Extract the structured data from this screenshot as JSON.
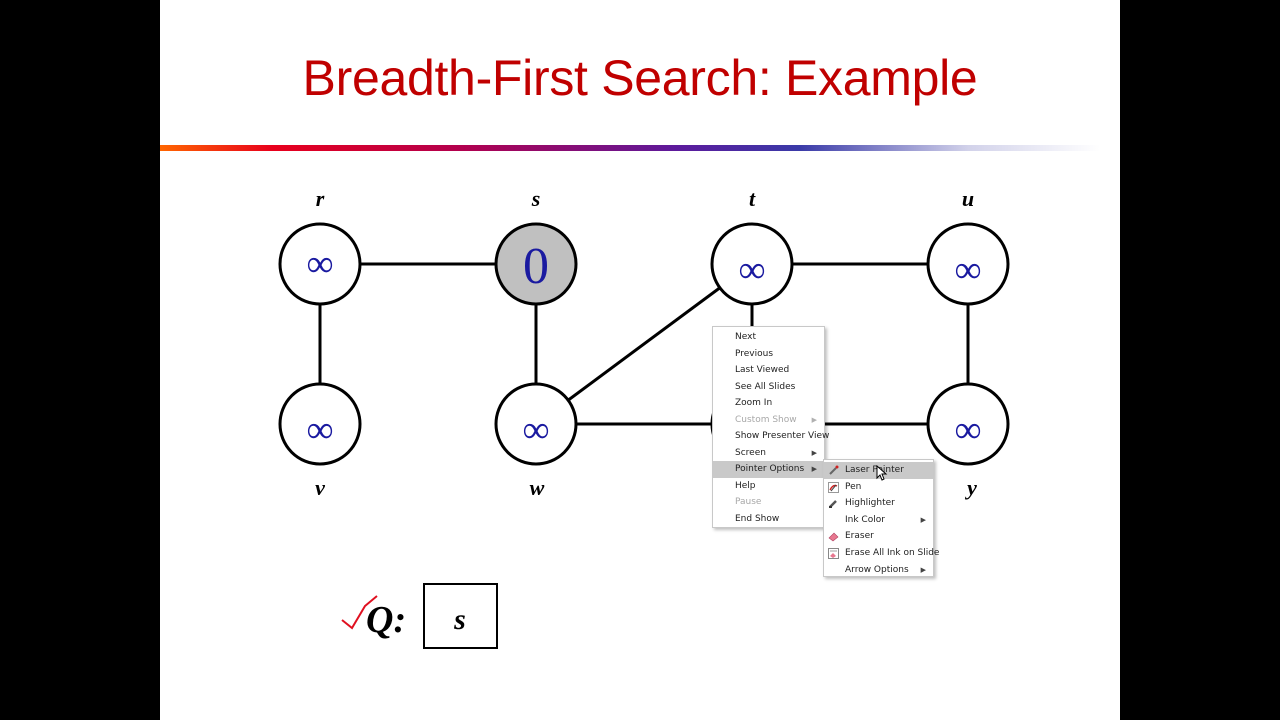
{
  "slide": {
    "title": "Breadth-First Search: Example",
    "nodes": [
      {
        "id": "r",
        "label": "r",
        "value": "∞"
      },
      {
        "id": "s",
        "label": "s",
        "value": "0"
      },
      {
        "id": "t",
        "label": "t",
        "value": "∞"
      },
      {
        "id": "u",
        "label": "u",
        "value": "∞"
      },
      {
        "id": "v",
        "label": "v",
        "value": "∞"
      },
      {
        "id": "w",
        "label": "w",
        "value": "∞"
      },
      {
        "id": "x",
        "label": "",
        "value": ""
      },
      {
        "id": "y",
        "label": "y",
        "value": "∞"
      }
    ],
    "queue_label": "Q:",
    "queue_items": [
      "s"
    ]
  },
  "colors": {
    "title": "#c00000",
    "node_value": "#1a1aa0",
    "visited_fill": "#c0c0c0",
    "ink_check": "#e01020"
  },
  "context_menu": {
    "items": [
      {
        "label": "Next",
        "enabled": true
      },
      {
        "label": "Previous",
        "enabled": true
      },
      {
        "label": "Last Viewed",
        "enabled": true
      },
      {
        "label": "See All Slides",
        "enabled": true
      },
      {
        "label": "Zoom In",
        "enabled": true
      },
      {
        "label": "Custom Show",
        "enabled": false,
        "submenu": true
      },
      {
        "label": "Show Presenter View",
        "enabled": true
      },
      {
        "label": "Screen",
        "enabled": true,
        "submenu": true
      },
      {
        "label": "Pointer Options",
        "enabled": true,
        "submenu": true,
        "highlighted": true
      },
      {
        "label": "Help",
        "enabled": true
      },
      {
        "label": "Pause",
        "enabled": false
      },
      {
        "label": "End Show",
        "enabled": true
      }
    ]
  },
  "pointer_submenu": {
    "items": [
      {
        "label": "Laser Pointer",
        "icon": "laser-pointer-icon",
        "highlighted": true
      },
      {
        "label": "Pen",
        "icon": "pen-icon"
      },
      {
        "label": "Highlighter",
        "icon": "highlighter-icon"
      },
      {
        "label": "Ink Color",
        "submenu": true
      },
      {
        "label": "Eraser",
        "icon": "eraser-icon"
      },
      {
        "label": "Erase All Ink on Slide",
        "icon": "erase-all-ink-icon"
      },
      {
        "label": "Arrow Options",
        "submenu": true
      }
    ]
  }
}
